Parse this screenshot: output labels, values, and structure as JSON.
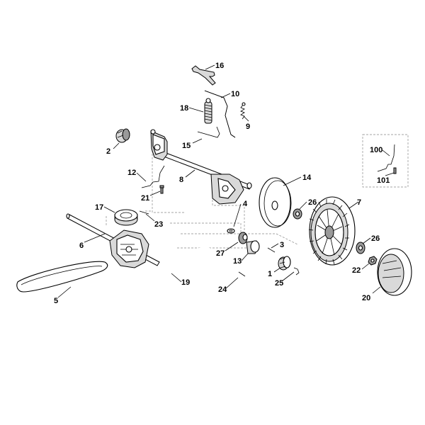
{
  "diagram": {
    "callouts": {
      "p16": "16",
      "p10": "10",
      "p18": "18",
      "p9": "9",
      "p15": "15",
      "p2": "2",
      "p8": "8",
      "p12": "12",
      "p21": "21",
      "p14": "14",
      "p100": "100",
      "p101": "101",
      "p17": "17",
      "p23": "23",
      "p26a": "26",
      "p7": "7",
      "p6": "6",
      "p4": "4",
      "p3": "3",
      "p27": "27",
      "p13": "13",
      "p26b": "26",
      "p22": "22",
      "p1": "1",
      "p19": "19",
      "p5": "5",
      "p24": "24",
      "p25": "25",
      "p20": "20"
    }
  }
}
